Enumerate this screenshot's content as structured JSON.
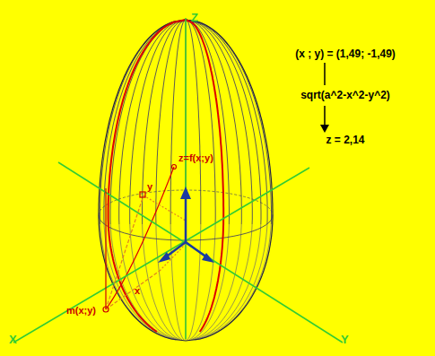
{
  "diagram": {
    "labels": [
      "Z",
      "X",
      "Y",
      "z=f(x;y)",
      "y",
      "x",
      "m(x;y)",
      "(x ; y) = (1,49; -1,49)",
      "sqrt(a^2-x^2-y^2)",
      "z = 2,14"
    ]
  }
}
